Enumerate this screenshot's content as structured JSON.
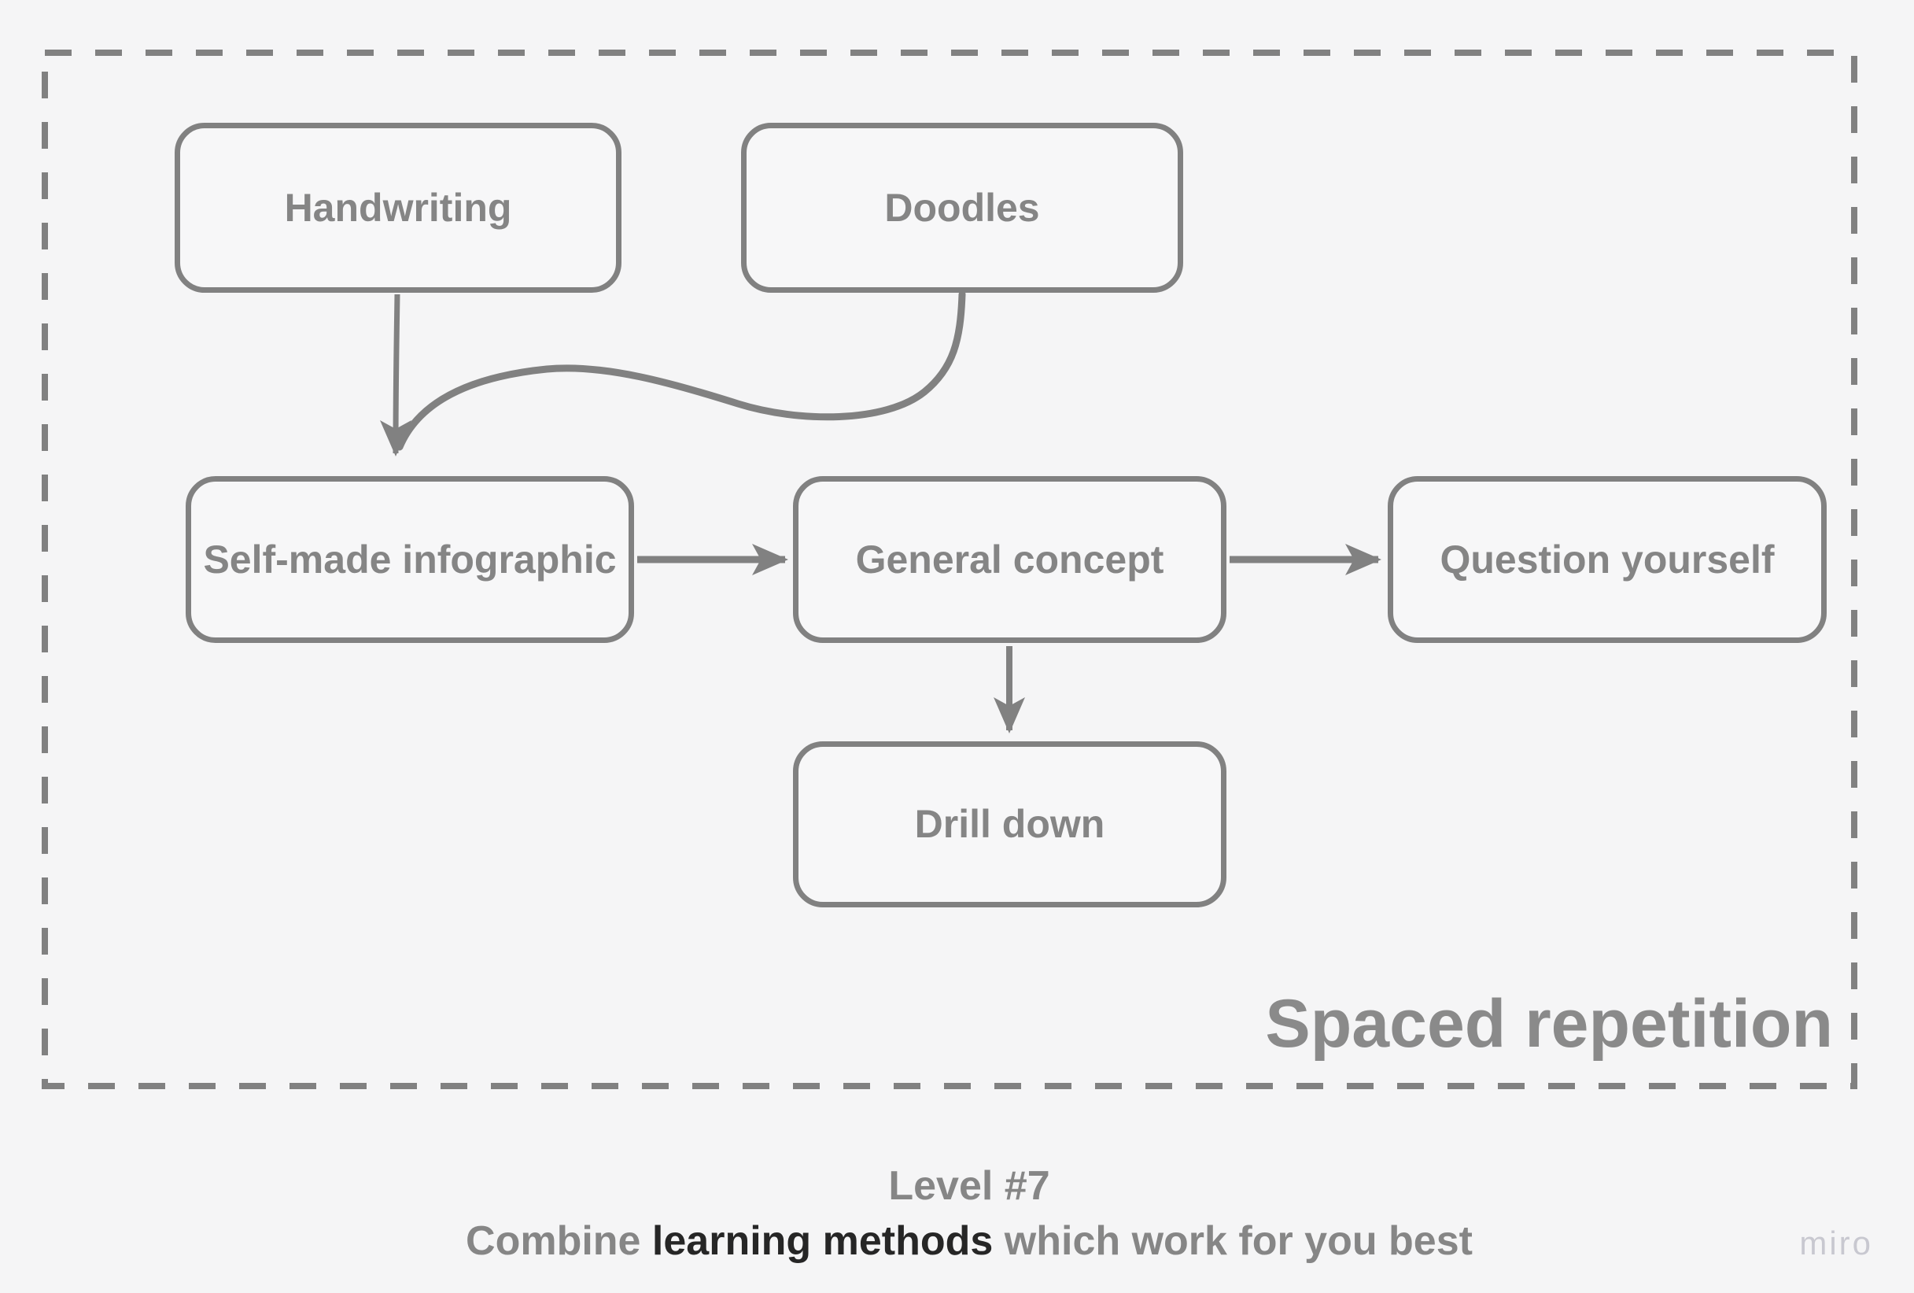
{
  "colors": {
    "background": "#f5f5f6",
    "stroke": "#818181",
    "node_text": "#858585",
    "region_label_text": "#8a8a8a",
    "caption_gray": "#868686",
    "caption_emphasis": "#262626",
    "watermark": "#c8c8d0"
  },
  "diagram": {
    "nodes": [
      {
        "id": "handwriting",
        "label": "Handwriting"
      },
      {
        "id": "doodles",
        "label": "Doodles"
      },
      {
        "id": "self-made-infographic",
        "label": "Self-made infographic"
      },
      {
        "id": "general-concept",
        "label": "General concept"
      },
      {
        "id": "question-yourself",
        "label": "Question yourself"
      },
      {
        "id": "drill-down",
        "label": "Drill down"
      }
    ],
    "edges": [
      {
        "from": "Handwriting",
        "to": "Self-made infographic"
      },
      {
        "from": "Doodles",
        "to": "Self-made infographic"
      },
      {
        "from": "Self-made infographic",
        "to": "General concept"
      },
      {
        "from": "General concept",
        "to": "Question yourself"
      },
      {
        "from": "General concept",
        "to": "Drill down"
      }
    ],
    "region_label": "Spaced repetition"
  },
  "caption": {
    "line1": "Level #7",
    "line2_prefix": "Combine ",
    "line2_emphasis": "learning methods",
    "line2_suffix": " which work for you best"
  },
  "watermark": "miro"
}
